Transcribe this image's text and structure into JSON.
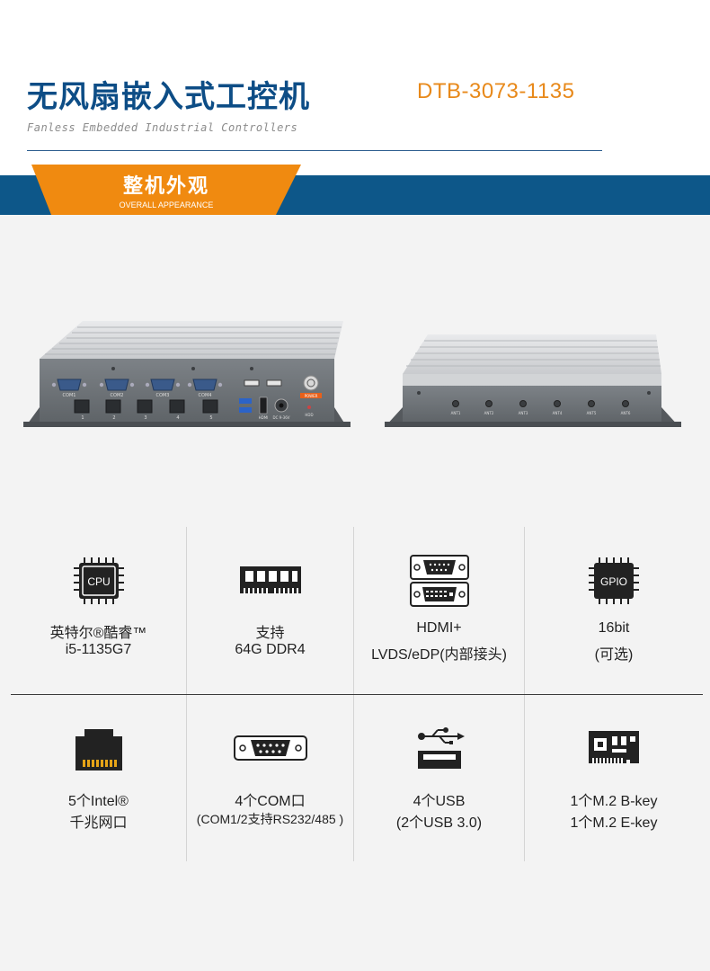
{
  "header": {
    "title": "无风扇嵌入式工控机",
    "model": "DTB-3073-1135",
    "subtitle": "Fanless Embedded Industrial Controllers"
  },
  "banner": {
    "title": "整机外观",
    "subtitle": "OVERALL APPEARANCE"
  },
  "device_front": {
    "com_labels": [
      "COM1",
      "COM2",
      "COM3",
      "COM4"
    ],
    "lan_labels": [
      "1",
      "2",
      "3",
      "4",
      "5"
    ],
    "hdmi_label": "HDMI",
    "dc_label": "DC 9-36V",
    "power_label": "POWER",
    "hdd_label": "HDD"
  },
  "device_rear": {
    "ant_labels": [
      "ANT1",
      "ANT2",
      "ANT3",
      "ANT4",
      "ANT5",
      "ANT6"
    ]
  },
  "features": [
    {
      "icon": "cpu-icon",
      "chip_text": "CPU",
      "line1": "英特尔®酷睿™",
      "line2": "i5-1135G7"
    },
    {
      "icon": "memory-icon",
      "line1": "支持",
      "line2": "64G DDR4"
    },
    {
      "icon": "display-ports-icon",
      "line1": "HDMI+",
      "line2": "LVDS/eDP(内部接头)"
    },
    {
      "icon": "gpio-icon",
      "chip_text": "GPIO",
      "line1": "16bit",
      "line2": "(可选)"
    },
    {
      "icon": "ethernet-icon",
      "line1": "5个Intel®",
      "line2": "千兆网口"
    },
    {
      "icon": "serial-port-icon",
      "line1": "4个COM口",
      "line2": "(COM1/2支持RS232/485 )"
    },
    {
      "icon": "usb-icon",
      "line1": "4个USB",
      "line2": "(2个USB 3.0)"
    },
    {
      "icon": "m2-card-icon",
      "line1": "1个M.2 B-key",
      "line2": "1个M.2 E-key"
    }
  ]
}
